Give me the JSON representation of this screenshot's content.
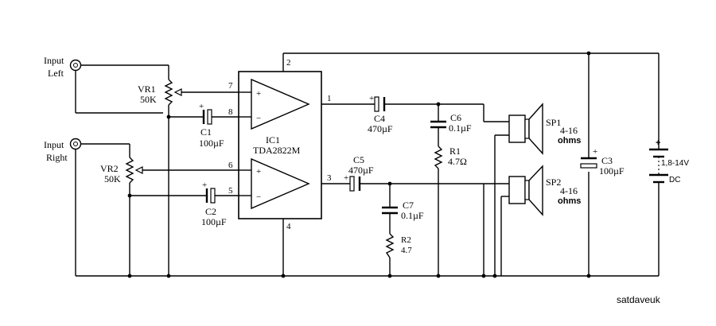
{
  "inputs": {
    "left_line1": "Input",
    "left_line2": "Left",
    "right_line1": "Input",
    "right_line2": "Right"
  },
  "vr1": {
    "name": "VR1",
    "value": "50K"
  },
  "vr2": {
    "name": "VR2",
    "value": "50K"
  },
  "c1": {
    "name": "C1",
    "value": "100µF"
  },
  "c2": {
    "name": "C2",
    "value": "100µF"
  },
  "ic": {
    "name": "IC1",
    "part": "TDA2822M"
  },
  "pins": {
    "p1": "1",
    "p2": "2",
    "p3": "3",
    "p4": "4",
    "p5": "5",
    "p6": "6",
    "p7": "7",
    "p8": "8"
  },
  "opamp": {
    "plus": "+",
    "minus": "−"
  },
  "c4": {
    "name": "C4",
    "value": "470µF"
  },
  "c5": {
    "name": "C5",
    "value": "470µF"
  },
  "c6": {
    "name": "C6",
    "value": "0.1µF"
  },
  "c7": {
    "name": "C7",
    "value": "0.1µF"
  },
  "r1": {
    "name": "R1",
    "value": "4.7Ω"
  },
  "r2": {
    "name": "R2",
    "value": "4.7"
  },
  "sp1": {
    "name": "SP1",
    "range": "4-16",
    "unit": "ohms"
  },
  "sp2": {
    "name": "SP2",
    "range": "4-16",
    "unit": "ohms"
  },
  "c3": {
    "name": "C3",
    "value": "100µF"
  },
  "battery": {
    "voltage": "1,8-14V",
    "type": "DC",
    "plus": "+"
  },
  "polarity": {
    "plus": "+"
  },
  "watermark": "satdaveuk"
}
